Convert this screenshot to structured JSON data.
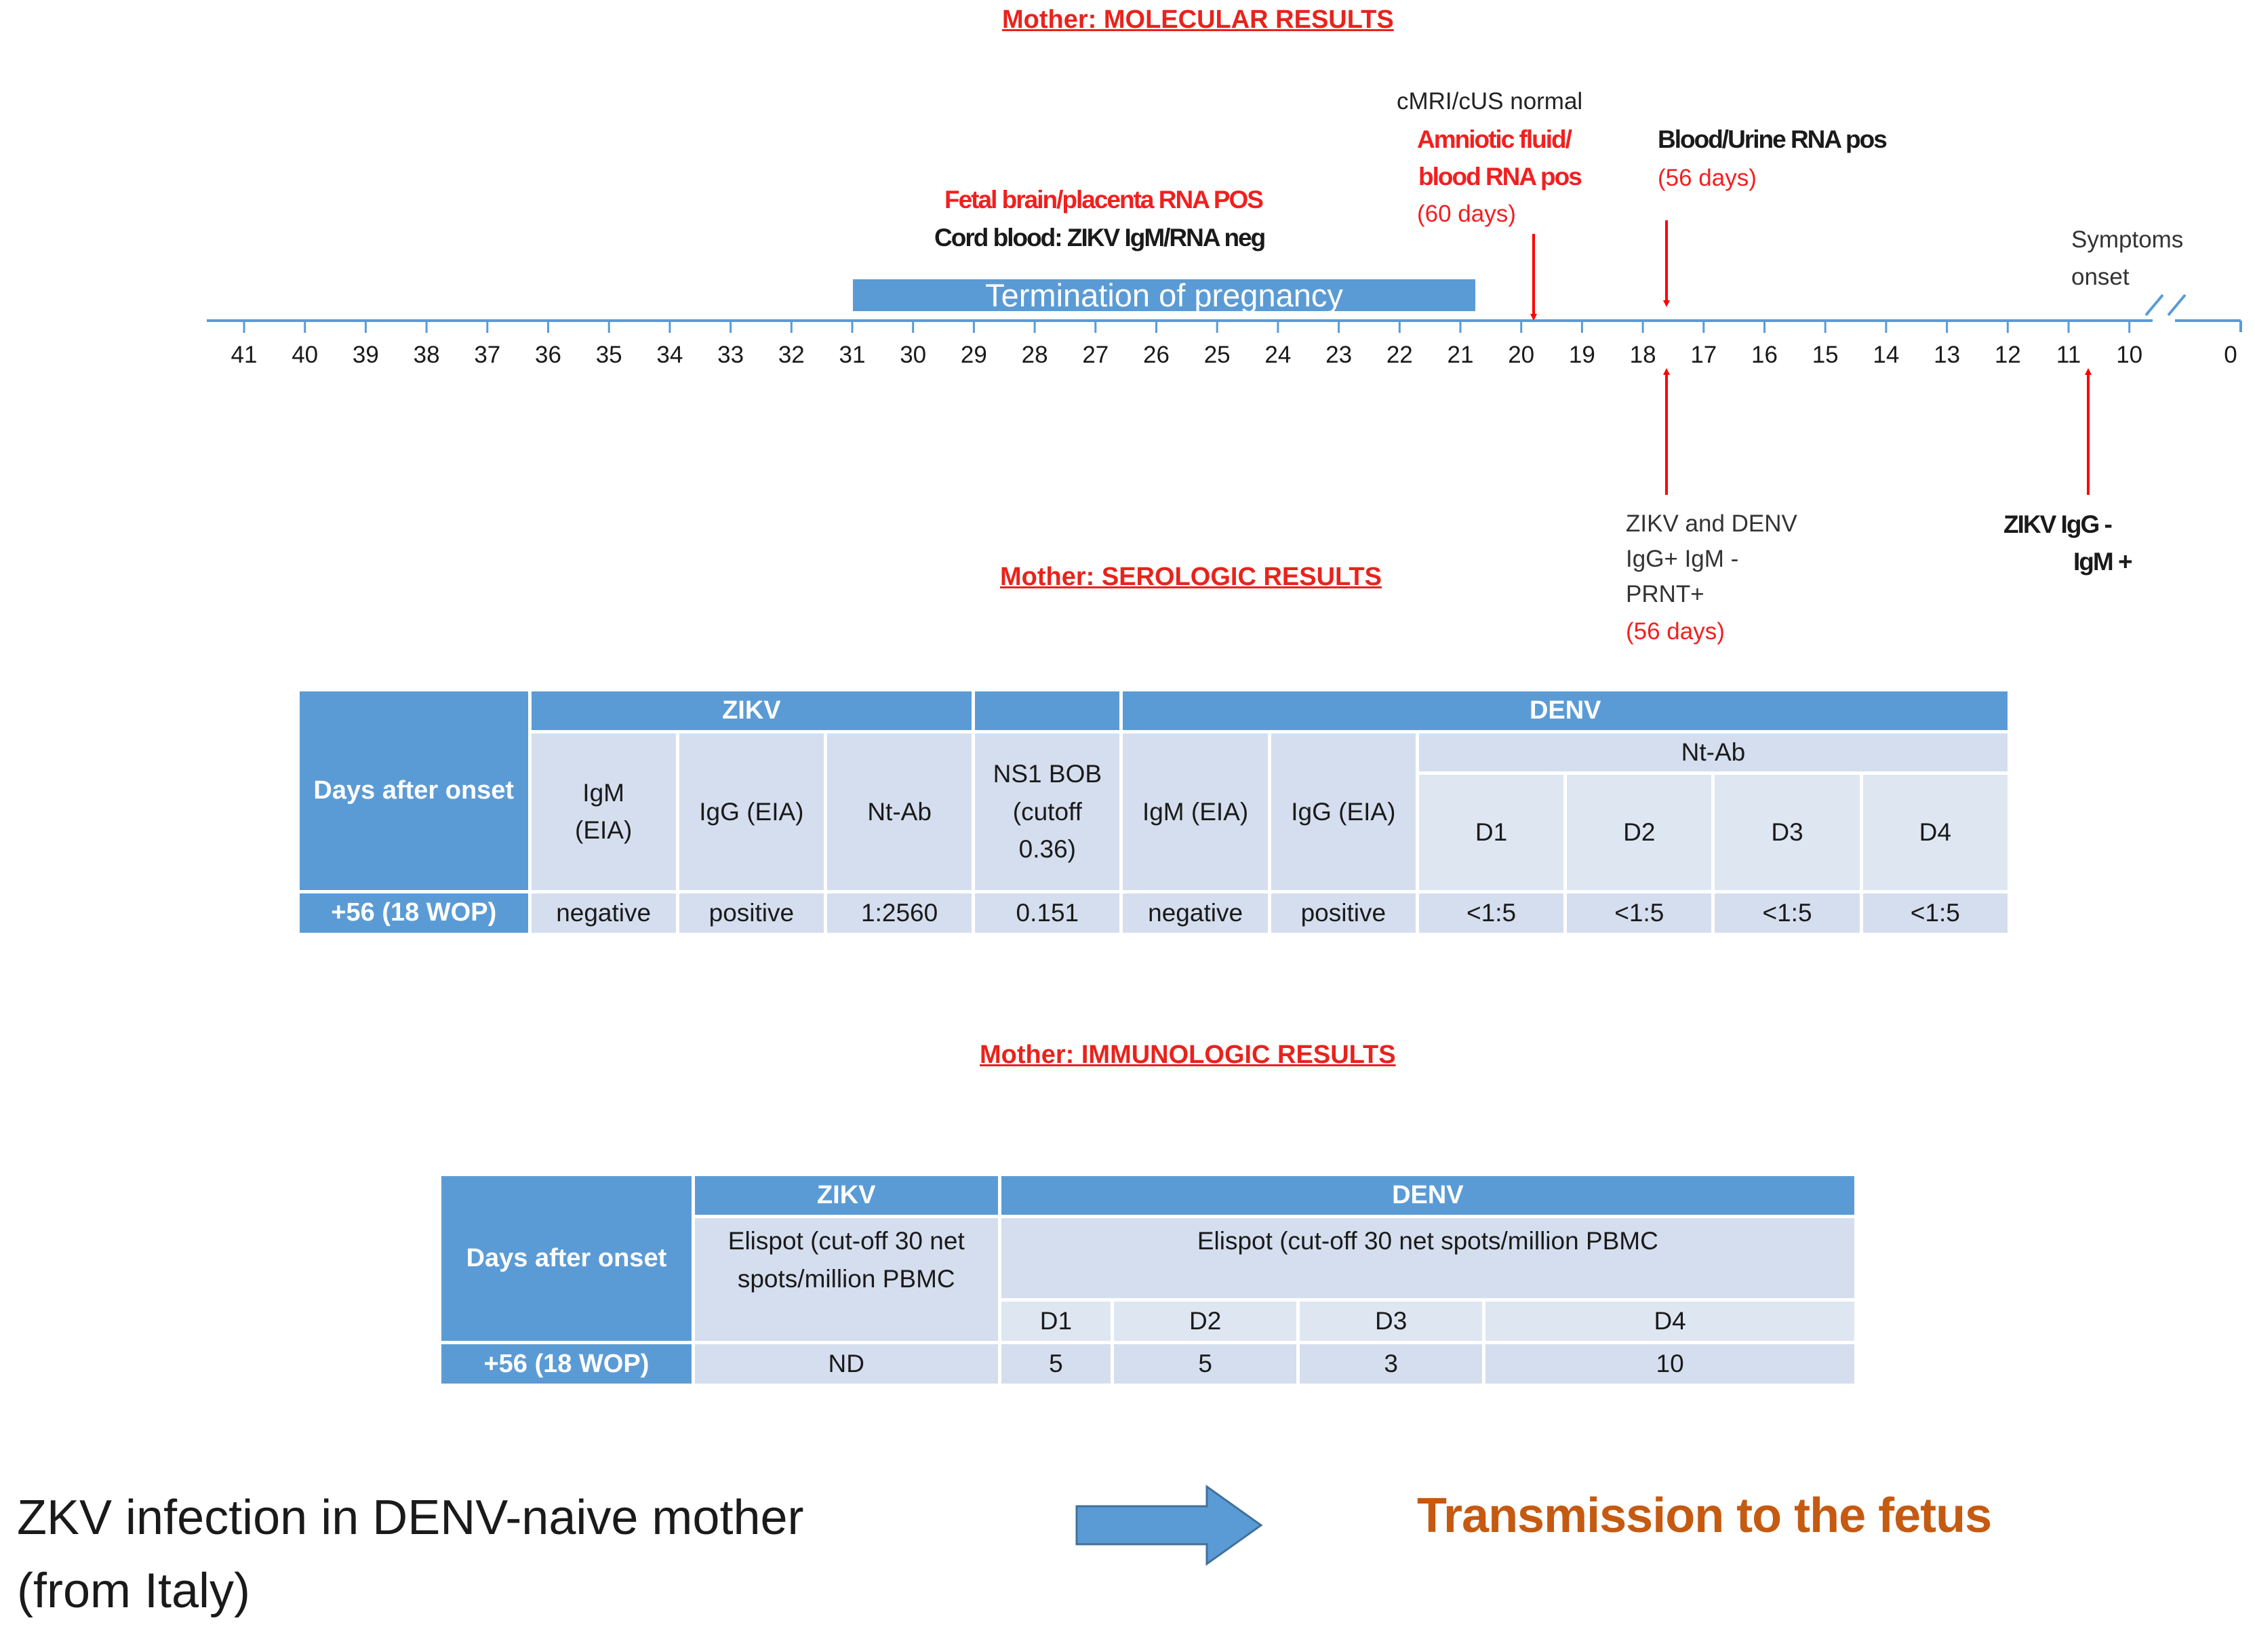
{
  "molecular": {
    "title": "Mother: MOLECULAR RESULTS",
    "timeline": {
      "ticks": [
        "41",
        "40",
        "39",
        "38",
        "37",
        "36",
        "35",
        "34",
        "33",
        "32",
        "31",
        "30",
        "29",
        "28",
        "27",
        "26",
        "25",
        "24",
        "23",
        "22",
        "21",
        "20",
        "19",
        "18",
        "17",
        "16",
        "15",
        "14",
        "13",
        "12",
        "11",
        "10",
        "0"
      ],
      "termination_label": "Termination of pregnancy"
    },
    "fetal_line1": "Fetal brain/placenta RNA POS",
    "fetal_line2": "Cord blood: ZIKV IgM/RNA neg",
    "cmri": "cMRI/cUS normal",
    "amniotic_line1": "Amniotic fluid/",
    "amniotic_line2": "blood RNA pos",
    "amniotic_days": "(60 days)",
    "blood_urine": "Blood/Urine RNA pos",
    "blood_urine_days": "(56 days)",
    "symptoms_line1": "Symptoms",
    "symptoms_line2": "onset",
    "zikv_denv_line1": "ZIKV and DENV",
    "zikv_denv_line2": "IgG+ IgM -",
    "zikv_denv_line3": "PRNT+",
    "zikv_denv_days": "(56 days)",
    "zikv_igg": "ZIKV IgG -",
    "zikv_igm": "IgM +"
  },
  "serologic": {
    "title": "Mother: SEROLOGIC  RESULTS",
    "days_header": "Days after onset",
    "zikv": "ZIKV",
    "denv": "DENV",
    "igm_eia_1": "IgM",
    "igm_eia_2": "(EIA)",
    "igg_eia": "IgG (EIA)",
    "nt_ab": "Nt-Ab",
    "ns1_1": "NS1 BOB",
    "ns1_2": "(cutoff",
    "ns1_3": "0.36)",
    "denv_igm": "IgM (EIA)",
    "denv_igg": "IgG (EIA)",
    "denv_ntab": "Nt-Ab",
    "d1": "D1",
    "d2": "D2",
    "d3": "D3",
    "d4": "D4",
    "row_label": "+56 (18 WOP)",
    "values": [
      "negative",
      "positive",
      "1:2560",
      "0.151",
      "negative",
      "positive",
      "<1:5",
      "<1:5",
      "<1:5",
      "<1:5"
    ]
  },
  "immunologic": {
    "title": "Mother: IMMUNOLOGIC  RESULTS",
    "days_header": "Days after onset",
    "zikv": "ZIKV",
    "denv": "DENV",
    "zikv_elispot_1": "Elispot (cut-off 30 net",
    "zikv_elispot_2": "spots/million PBMC",
    "denv_elispot": "Elispot (cut-off 30 net spots/million PBMC",
    "d1": "D1",
    "d2": "D2",
    "d3": "D3",
    "d4": "D4",
    "row_label": "+56 (18 WOP)",
    "values": [
      "ND",
      "5",
      "5",
      "3",
      "10"
    ]
  },
  "conclusion": {
    "left_line1": "ZKV infection in DENV-naive mother",
    "left_line2": "(from Italy)",
    "right": "Transmission to the fetus"
  },
  "colors": {
    "accent_red": "#f21f1f",
    "header_blue": "#5b9bd5",
    "cell_light": "#d4deee",
    "orange": "#c55a11",
    "axis_blue": "#5b9bd5"
  }
}
